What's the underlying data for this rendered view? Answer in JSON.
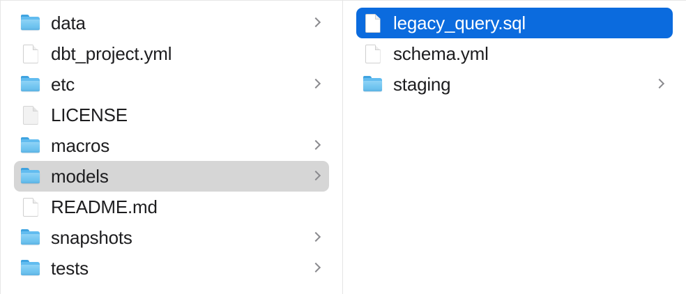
{
  "window": {
    "view_mode": "column-view",
    "background_color": "#ffffff",
    "divider_color": "#e3e3e3",
    "selection_active_color": "#0b6bde",
    "selection_inactive_color": "#d6d6d6",
    "text_color": "#1d1d1f",
    "chevron_color": "#8a8a8e"
  },
  "columns": [
    {
      "name": "column-1",
      "items": [
        {
          "label": "data",
          "kind": "folder",
          "icon": "folder-icon",
          "has_chevron": true,
          "selected": "none"
        },
        {
          "label": "dbt_project.yml",
          "kind": "file",
          "icon": "document-icon",
          "has_chevron": false,
          "selected": "none"
        },
        {
          "label": "etc",
          "kind": "folder",
          "icon": "folder-icon",
          "has_chevron": true,
          "selected": "none"
        },
        {
          "label": "LICENSE",
          "kind": "generic-file",
          "icon": "generic-document-icon",
          "has_chevron": false,
          "selected": "none"
        },
        {
          "label": "macros",
          "kind": "folder",
          "icon": "folder-icon",
          "has_chevron": true,
          "selected": "none"
        },
        {
          "label": "models",
          "kind": "folder",
          "icon": "folder-icon",
          "has_chevron": true,
          "selected": "inactive"
        },
        {
          "label": "README.md",
          "kind": "file",
          "icon": "document-icon",
          "has_chevron": false,
          "selected": "none"
        },
        {
          "label": "snapshots",
          "kind": "folder",
          "icon": "folder-icon",
          "has_chevron": true,
          "selected": "none"
        },
        {
          "label": "tests",
          "kind": "folder",
          "icon": "folder-icon",
          "has_chevron": true,
          "selected": "none"
        }
      ]
    },
    {
      "name": "column-2",
      "items": [
        {
          "label": "legacy_query.sql",
          "kind": "file",
          "icon": "document-icon",
          "has_chevron": false,
          "selected": "active"
        },
        {
          "label": "schema.yml",
          "kind": "file",
          "icon": "document-icon",
          "has_chevron": false,
          "selected": "none"
        },
        {
          "label": "staging",
          "kind": "folder",
          "icon": "folder-icon",
          "has_chevron": true,
          "selected": "none"
        }
      ]
    }
  ]
}
